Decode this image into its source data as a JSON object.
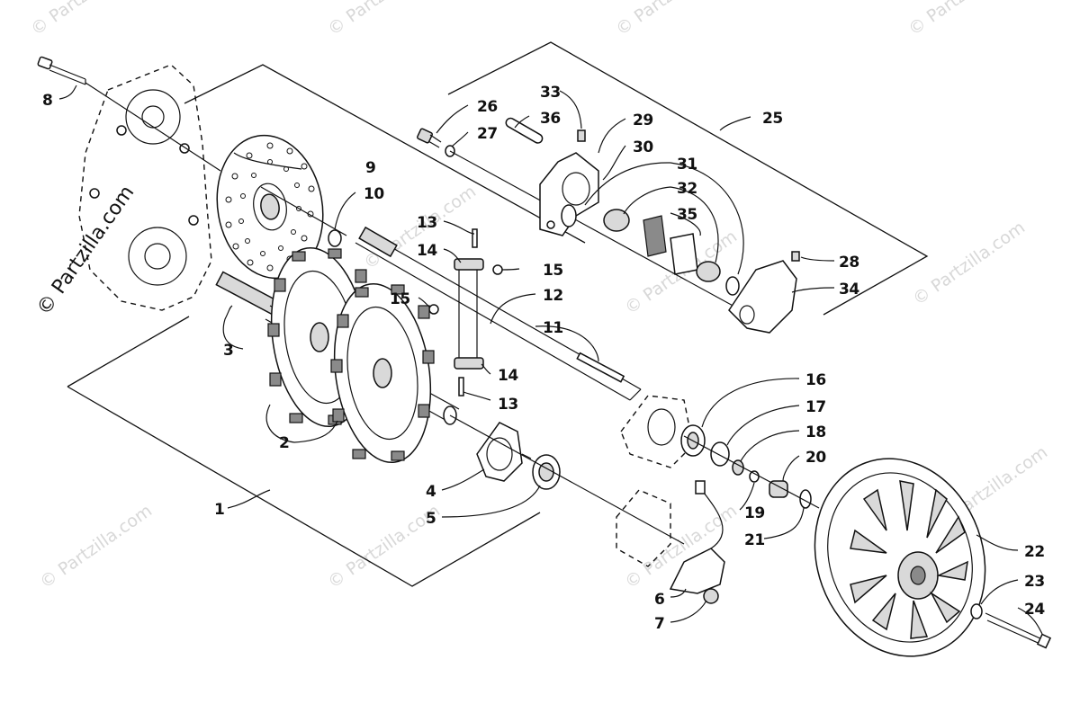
{
  "watermark": {
    "text": "© Partzilla.com",
    "small_text": "© Partzilla.com"
  },
  "callouts": {
    "c1": "1",
    "c2": "2",
    "c3": "3",
    "c4": "4",
    "c5": "5",
    "c6": "6",
    "c7": "7",
    "c8": "8",
    "c9": "9",
    "c10": "10",
    "c11": "11",
    "c12": "12",
    "c13a": "13",
    "c13b": "13",
    "c14a": "14",
    "c14b": "14",
    "c15a": "15",
    "c15b": "15",
    "c16": "16",
    "c17": "17",
    "c18": "18",
    "c19": "19",
    "c20": "20",
    "c21": "21",
    "c22": "22",
    "c23": "23",
    "c24": "24",
    "c25": "25",
    "c26": "26",
    "c27": "27",
    "c28": "28",
    "c29": "29",
    "c30": "30",
    "c31": "31",
    "c32": "32",
    "c33": "33",
    "c34": "34",
    "c35": "35",
    "c36": "36"
  }
}
